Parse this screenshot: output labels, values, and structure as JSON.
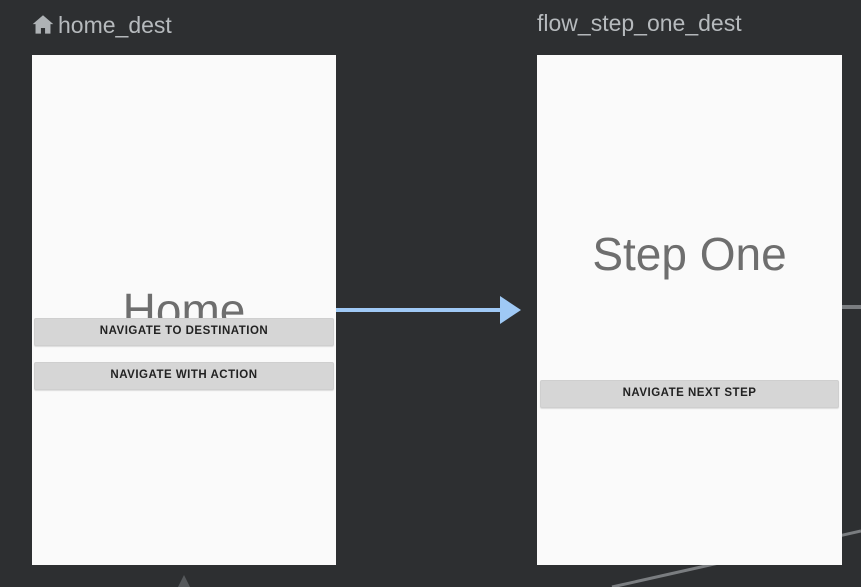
{
  "editor": {
    "background_color": "#2d2f31",
    "card_background_color": "#fafafa",
    "action_arrow_color": "#9fc9f5",
    "connector_line_color": "#7a7d80",
    "button_color": "#d6d6d6"
  },
  "destinations": [
    {
      "id": "home_dest",
      "label": "home_dest",
      "icon": "home-icon",
      "is_start_destination": true,
      "screen_title": "Home",
      "buttons": [
        {
          "id": "navigate-to-destination",
          "label": "NAVIGATE TO DESTINATION"
        },
        {
          "id": "navigate-with-action",
          "label": "NAVIGATE WITH ACTION"
        }
      ]
    },
    {
      "id": "flow_step_one_dest",
      "label": "flow_step_one_dest",
      "icon": null,
      "is_start_destination": false,
      "screen_title": "Step One",
      "buttons": [
        {
          "id": "navigate-next-step",
          "label": "NAVIGATE NEXT STEP"
        }
      ]
    }
  ],
  "connections": [
    {
      "id": "action-home-to-flow-step-one",
      "from": "home_dest",
      "to": "flow_step_one_dest",
      "style": "solid-arrow",
      "color": "#9fc9f5",
      "highlighted": true
    },
    {
      "id": "connector-flow-step-one-outgoing",
      "from": "flow_step_one_dest",
      "to": null,
      "style": "solid-line",
      "color": "#7a7d80",
      "highlighted": false
    },
    {
      "id": "connector-incoming-home-bottom",
      "from": null,
      "to": "home_dest",
      "style": "arrowhead-up",
      "color": "#55585b",
      "highlighted": false
    },
    {
      "id": "connector-diagonal-bottom-right",
      "from": null,
      "to": null,
      "style": "diagonal-line",
      "color": "#7a7d80",
      "highlighted": false
    }
  ]
}
